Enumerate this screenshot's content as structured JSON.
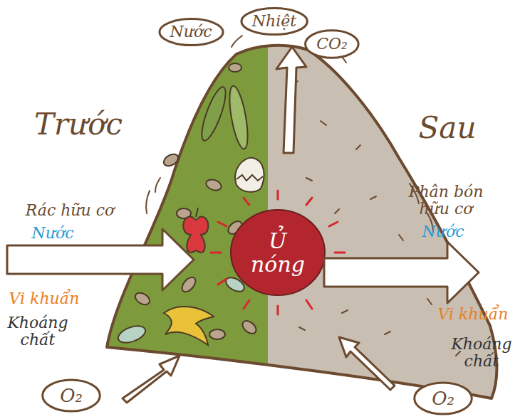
{
  "diagram": {
    "nodes": [
      {
        "text": [
          "Nước"
        ]
      },
      {
        "text": [
          "Nhiệt"
        ]
      },
      {
        "text": [
          "CO₂"
        ]
      },
      {
        "text": [
          "Ủ nóng"
        ]
      },
      {
        "text": [
          "O₂"
        ]
      },
      {
        "text": [
          "O₂"
        ]
      }
    ],
    "labels": [
      "Trước",
      "Sau",
      "Rác hữu cơ",
      "Nước",
      "Vi khuẩn",
      "Khoáng chất",
      "Phân bón hữu cơ",
      "Nước",
      "Vi khuẩn",
      "Khoáng chất"
    ]
  }
}
